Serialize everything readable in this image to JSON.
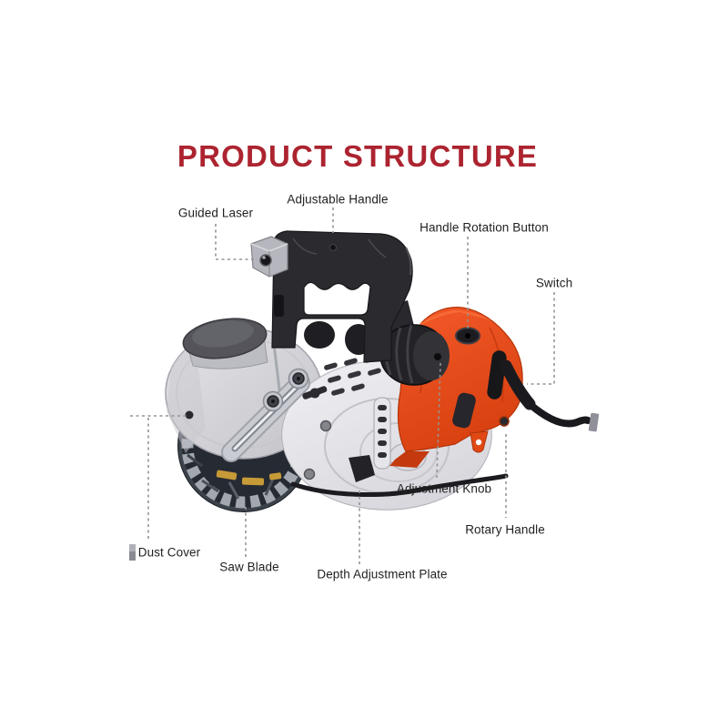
{
  "title": "PRODUCT STRUCTURE",
  "labels": [
    {
      "id": "guided-laser",
      "text": "Guided Laser"
    },
    {
      "id": "adjustable-handle",
      "text": "Adjustable Handle"
    },
    {
      "id": "handle-rotation-button",
      "text": "Handle Rotation Button"
    },
    {
      "id": "switch",
      "text": "Switch"
    },
    {
      "id": "adjustment-knob",
      "text": "Adjustment Knob"
    },
    {
      "id": "rotary-handle",
      "text": "Rotary Handle"
    },
    {
      "id": "dust-cover",
      "text": "Dust Cover"
    },
    {
      "id": "saw-blade",
      "text": "Saw Blade"
    },
    {
      "id": "depth-adjustment-plate",
      "text": "Depth Adjustment Plate"
    }
  ],
  "colors": {
    "background": "#ffffff",
    "title_red": "#ac2430",
    "label_text": "#1f1f1f",
    "leader_line": "#949494",
    "body_orange": "#e8491d",
    "body_orange_dark": "#c43a0e",
    "housing_gray": "#e9e9ed",
    "cover_gray": "#d7d7db",
    "handle_black": "#2a2a2f",
    "blade_dark": "#262b33",
    "blade_teeth": "#a2a8b0",
    "blade_gold": "#c79a38",
    "metal_silver": "#c9cbd2"
  }
}
